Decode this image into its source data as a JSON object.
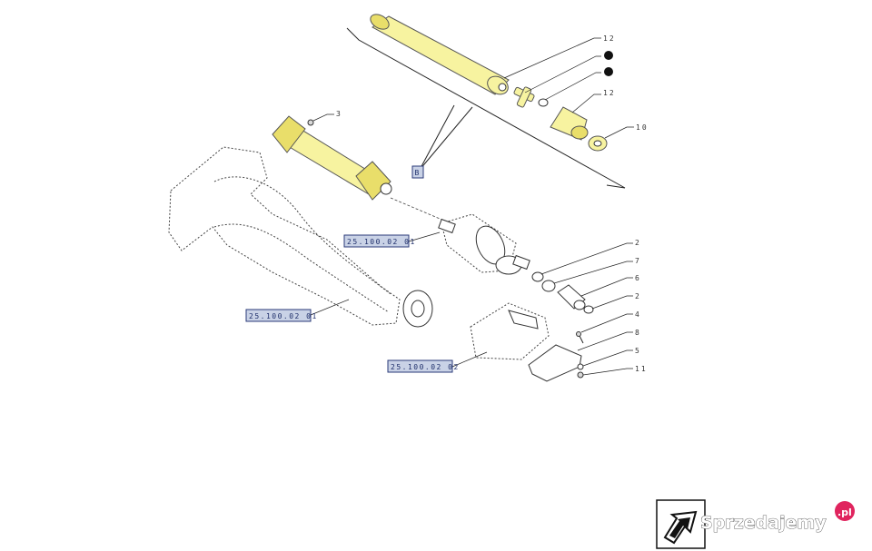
{
  "callouts": {
    "c12a": "12",
    "c12b": "12",
    "c10": "10",
    "c3": "3",
    "c2a": "2",
    "c7": "7",
    "c6": "6",
    "c2b": "2",
    "c4": "4",
    "c8": "8",
    "c5": "5",
    "c11": "11"
  },
  "refs": {
    "detail_box": "B",
    "ref_upper": "25.100.02 01",
    "ref_axle": "25.100.02 01",
    "ref_bracket": "25.100.02 02"
  },
  "watermark": {
    "text": "Sprzedajemy",
    "badge": ".pl"
  },
  "colors": {
    "shaft": "#f7f3a0",
    "shaft_dark": "#e9de6a",
    "ref_box": "#c9d2e6",
    "ref_text": "#1f2f6b",
    "watermark_badge": "#e0245e"
  }
}
